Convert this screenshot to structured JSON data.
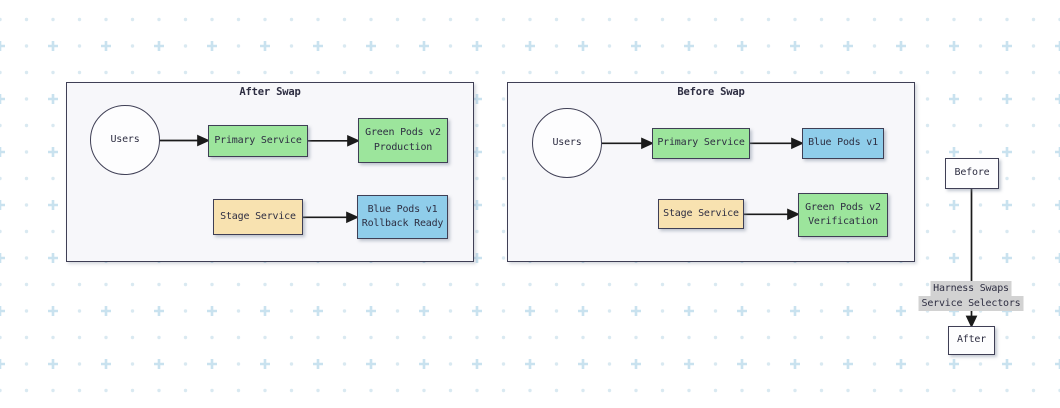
{
  "after_swap": {
    "title": "After Swap",
    "users_label": "Users",
    "primary_label": "Primary Service",
    "primary_target": [
      "Green Pods v2",
      "Production"
    ],
    "stage_label": "Stage Service",
    "stage_target": [
      "Blue Pods v1",
      "Rollback Ready"
    ]
  },
  "before_swap": {
    "title": "Before Swap",
    "users_label": "Users",
    "primary_label": "Primary Service",
    "primary_target": [
      "Blue Pods v1"
    ],
    "stage_label": "Stage Service",
    "stage_target": [
      "Green Pods v2",
      "Verification"
    ]
  },
  "swap_flow": {
    "before_label": "Before",
    "after_label": "After",
    "edge_label": [
      "Harness Swaps",
      "Service Selectors"
    ]
  },
  "colors": {
    "node_green": "#9ce59c",
    "node_blue": "#8fcdea",
    "node_tan": "#f8e2b0",
    "node_white": "#fdfdfe",
    "node_border": "#3f3f55",
    "subgraph_fill": "#f7f7fa",
    "edge_label_bg": "#d2d2d2",
    "arrow": "#1b1b1b",
    "text": "#2e2e42",
    "pattern_dot": "#d9e9f1",
    "pattern_plus": "#c9e2ef"
  }
}
